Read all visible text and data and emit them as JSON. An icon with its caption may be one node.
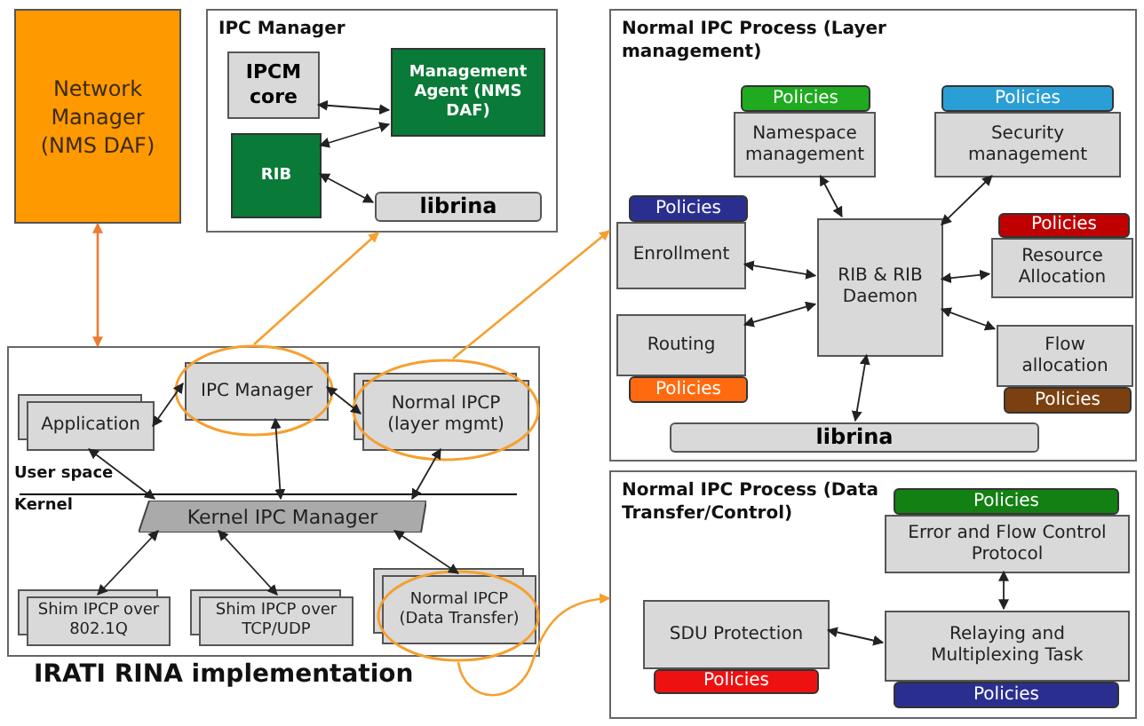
{
  "diagram": {
    "nodes": [
      {
        "text": [
          "Network Manager (NMS DAF)"
        ]
      },
      {
        "text": [
          "IPC Manager"
        ]
      },
      {
        "text": [
          "IPCM core"
        ],
        "in": 1
      },
      {
        "text": [
          "Management Agent (NMS DAF)"
        ],
        "in": 1
      },
      {
        "text": [
          "RIB"
        ],
        "in": 1
      },
      {
        "text": [
          "librina"
        ],
        "in": 1
      },
      {
        "text": [
          "IRATI RINA implementation"
        ]
      },
      {
        "text": [
          "Application"
        ],
        "in": 6
      },
      {
        "text": [
          "IPC Manager"
        ],
        "in": 6
      },
      {
        "text": [
          "Normal IPCP (layer mgmt)"
        ],
        "in": 6
      },
      {
        "text": [
          "Kernel IPC Manager"
        ],
        "in": 6
      },
      {
        "text": [
          "Shim IPCP over 802.1Q"
        ],
        "in": 6
      },
      {
        "text": [
          "Shim IPCP over TCP/UDP"
        ],
        "in": 6
      },
      {
        "text": [
          "Normal IPCP (Data Transfer)"
        ],
        "in": 6
      },
      {
        "text": [
          "Normal IPC Process (Layer management)"
        ]
      },
      {
        "text": [
          "Policies"
        ],
        "in": 14
      },
      {
        "text": [
          "Namespace management"
        ],
        "in": 14
      },
      {
        "text": [
          "Policies"
        ],
        "in": 14
      },
      {
        "text": [
          "Security management"
        ],
        "in": 14
      },
      {
        "text": [
          "Policies"
        ],
        "in": 14
      },
      {
        "text": [
          "Enrollment"
        ],
        "in": 14
      },
      {
        "text": [
          "RIB & RIB Daemon"
        ],
        "in": 14
      },
      {
        "text": [
          "Policies"
        ],
        "in": 14
      },
      {
        "text": [
          "Resource Allocation"
        ],
        "in": 14
      },
      {
        "text": [
          "Routing"
        ],
        "in": 14
      },
      {
        "text": [
          "Policies"
        ],
        "in": 14
      },
      {
        "text": [
          "Flow allocation"
        ],
        "in": 14
      },
      {
        "text": [
          "Policies"
        ],
        "in": 14
      },
      {
        "text": [
          "librina"
        ],
        "in": 14
      },
      {
        "text": [
          "Normal IPC Process (Data Transfer/Control)"
        ]
      },
      {
        "text": [
          "Policies"
        ],
        "in": 29
      },
      {
        "text": [
          "Error and Flow Control Protocol"
        ],
        "in": 29
      },
      {
        "text": [
          "SDU Protection"
        ],
        "in": 29
      },
      {
        "text": [
          "Policies"
        ],
        "in": 29
      },
      {
        "text": [
          "Relaying and Multiplexing Task"
        ],
        "in": 29
      },
      {
        "text": [
          "Policies"
        ],
        "in": 29
      }
    ],
    "edges": [
      {
        "from": 0,
        "to": 6,
        "arrow": "both",
        "color": "#f07a30"
      },
      {
        "from": 3,
        "to": 2,
        "arrow": "both"
      },
      {
        "from": 3,
        "to": 4,
        "arrow": "both"
      },
      {
        "from": 4,
        "to": 5,
        "arrow": "both"
      },
      {
        "from": 8,
        "to": 7,
        "arrow": "both"
      },
      {
        "from": 8,
        "to": 9,
        "arrow": "both"
      },
      {
        "from": 8,
        "to": 10,
        "arrow": "both"
      },
      {
        "from": 7,
        "to": 10,
        "arrow": "both"
      },
      {
        "from": 9,
        "to": 10,
        "arrow": "both"
      },
      {
        "from": 10,
        "to": 11,
        "arrow": "both"
      },
      {
        "from": 10,
        "to": 12,
        "arrow": "both"
      },
      {
        "from": 10,
        "to": 13,
        "arrow": "both"
      },
      {
        "from": 8,
        "to": 1,
        "arrow": "to",
        "color": "#f5a030"
      },
      {
        "from": 9,
        "to": 14,
        "arrow": "to",
        "color": "#f5a030"
      },
      {
        "from": 13,
        "to": 29,
        "arrow": "to",
        "color": "#f5a030"
      },
      {
        "from": 16,
        "to": 21,
        "arrow": "both"
      },
      {
        "from": 18,
        "to": 21,
        "arrow": "both"
      },
      {
        "from": 20,
        "to": 21,
        "arrow": "both"
      },
      {
        "from": 24,
        "to": 21,
        "arrow": "both"
      },
      {
        "from": 23,
        "to": 21,
        "arrow": "both"
      },
      {
        "from": 26,
        "to": 21,
        "arrow": "both"
      },
      {
        "from": 21,
        "to": 28,
        "arrow": "both"
      },
      {
        "from": 31,
        "to": 34,
        "arrow": "both"
      },
      {
        "from": 32,
        "to": 34,
        "arrow": "both"
      }
    ],
    "labels": [
      "User space",
      "Kernel"
    ]
  }
}
